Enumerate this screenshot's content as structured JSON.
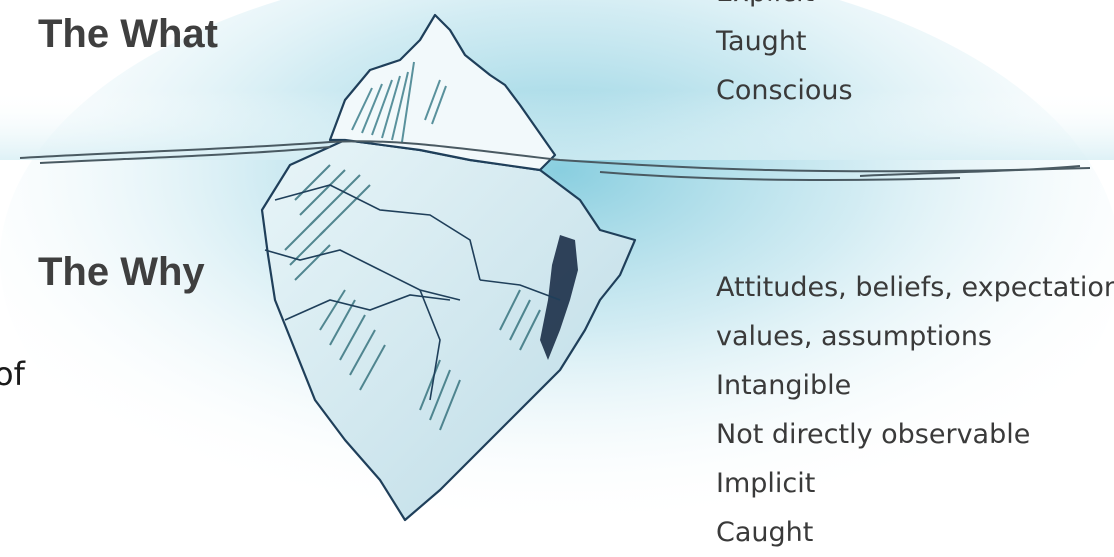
{
  "surface": {
    "heading": "The What",
    "traits": [
      "Explicit",
      "Taught",
      "Conscious"
    ]
  },
  "underwater": {
    "heading": "The Why",
    "traits": [
      "Attitudes, beliefs, expectations,",
      "values, assumptions",
      "Intangible",
      "Not directly observable",
      "Implicit",
      "Caught"
    ]
  },
  "left_fragment": "of",
  "colors": {
    "heading": "#3f3f3f",
    "text": "#3a3a3a",
    "water": "#bfe4ee",
    "ice_ink": "#1f3f5a",
    "ice_shade": "#4f9aa3"
  }
}
